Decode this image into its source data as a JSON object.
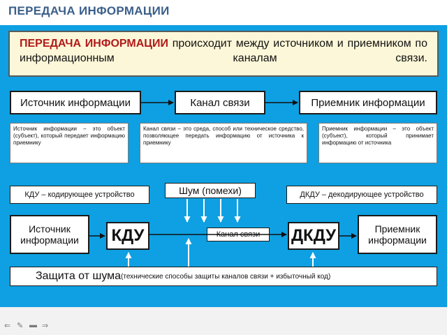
{
  "title": "ПЕРЕДАЧА  ИНФОРМАЦИИ",
  "intro": {
    "highlight": "ПЕРЕДАЧА  ИНФОРМАЦИИ",
    "rest": " происходит  между  источником  и  приемником  по  информационным  каналам  связи."
  },
  "top_row": {
    "source": "Источник  информации",
    "channel": "Канал  связи",
    "receiver": "Приемник  информации"
  },
  "notes": {
    "source": "Источник  информации  –  это объект (субъект), который передает информацию приемнику",
    "channel": "Канал связи – это среда, способ или техническое средство, позволяющее передать информацию от источника к приемнику",
    "receiver": "Приемник информации – это объект (субъект), который принимает информацию от источника"
  },
  "kdu_legend": "КДУ – кодирующее устройство",
  "noise": "Шум (помехи)",
  "dkdu_legend": "ДКДУ – декодирующее  устройство",
  "bottom_row": {
    "source_line1": "Источник",
    "source_line2": "информации",
    "kdu": "КДУ",
    "channel": "Канал связи",
    "dkdu": "ДКДУ",
    "receiver_line1": "Приемник",
    "receiver_line2": "информации"
  },
  "protection": {
    "main": "Защита  от  шума",
    "detail": " (технические способы защиты каналов связи + избыточный код)"
  },
  "nav": {
    "prev": "⇐",
    "pen": "✎",
    "menu": "▬",
    "next": "⇒"
  },
  "colors": {
    "panel": "#0ea0e2",
    "title": "#3b5f8a",
    "highlight": "#b01a1a",
    "intro_bg": "#fcf7d8"
  }
}
